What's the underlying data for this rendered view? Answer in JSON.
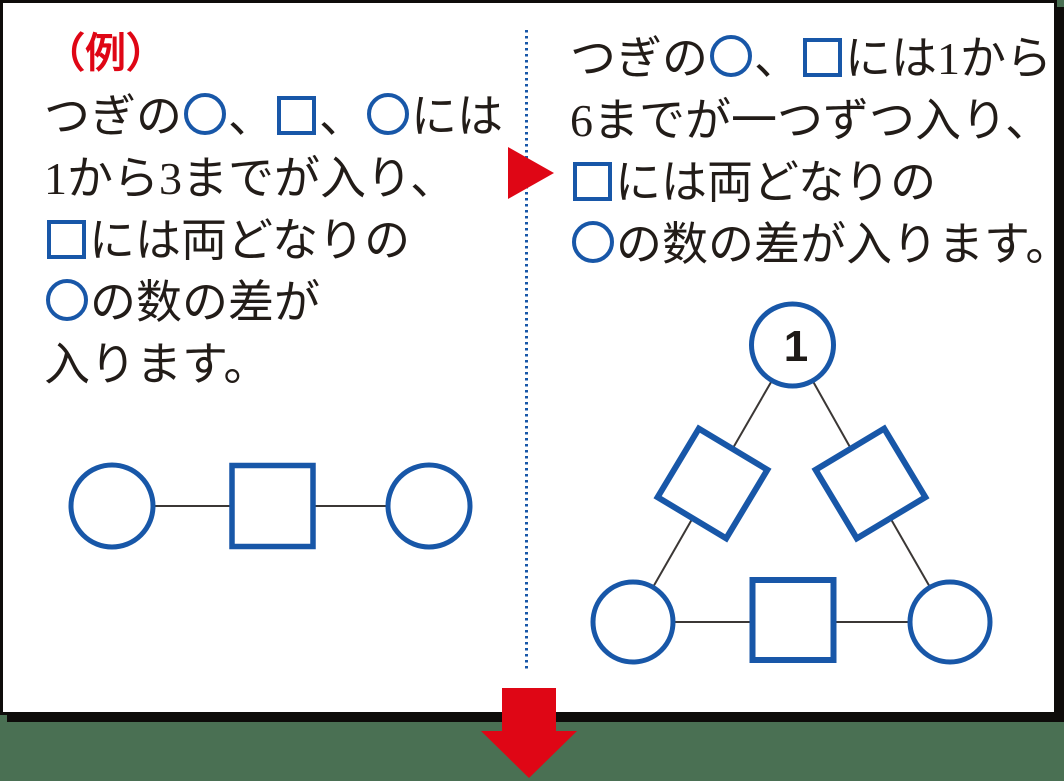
{
  "colors": {
    "accent_blue": "#1857a8",
    "accent_red": "#df0615",
    "text_black": "#221c18",
    "background_green": "#4a7053",
    "frame_black": "#0e0c0a"
  },
  "left_panel": {
    "heading": "（例）",
    "lines": [
      "つぎの○、□、○には",
      "1から3までが入り、",
      "□には両どなりの",
      "○の数の差が",
      "入ります。"
    ],
    "diagram": {
      "description": "circle - square - circle connected in a row",
      "nodes": [
        {
          "shape": "circle",
          "value": ""
        },
        {
          "shape": "square",
          "value": ""
        },
        {
          "shape": "circle",
          "value": ""
        }
      ]
    }
  },
  "right_panel": {
    "lines": [
      "つぎの○、□には1から",
      "6までが一つずつ入り、",
      "□には両どなりの",
      "○の数の差が入ります。"
    ],
    "diagram": {
      "description": "triangle arrangement: circles at corners, squares on edges",
      "top_circle_value": "1",
      "nodes": [
        {
          "position": "top",
          "shape": "circle",
          "value": "1"
        },
        {
          "position": "upper-left-edge",
          "shape": "square",
          "value": ""
        },
        {
          "position": "upper-right-edge",
          "shape": "square",
          "value": ""
        },
        {
          "position": "bottom-left",
          "shape": "circle",
          "value": ""
        },
        {
          "position": "bottom-middle-edge",
          "shape": "square",
          "value": ""
        },
        {
          "position": "bottom-right",
          "shape": "circle",
          "value": ""
        }
      ]
    }
  },
  "icons": {
    "right_arrow": "red-right-arrow-icon",
    "down_arrow": "red-down-arrow-icon"
  }
}
